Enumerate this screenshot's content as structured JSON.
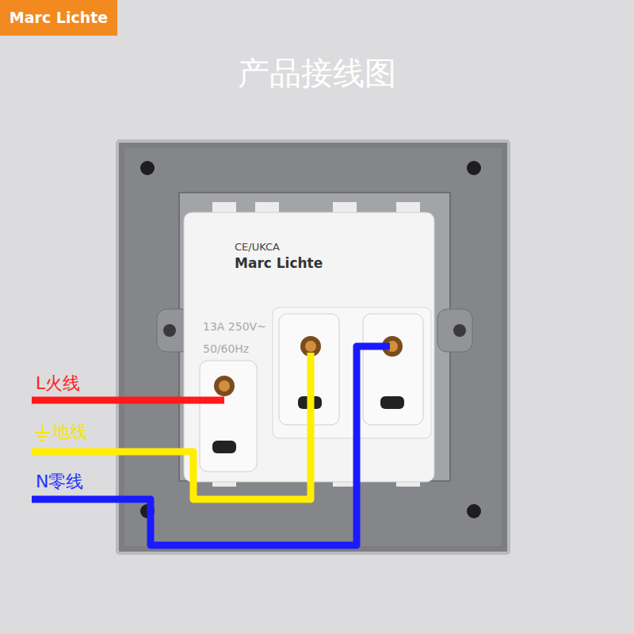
{
  "diagram": {
    "title": "产品接线图",
    "nodes": [
      {
        "text": [
          "Marc Lichte"
        ]
      },
      {
        "text": [
          "CE/UKCA",
          "Marc Lichte",
          "13A 250V~ 50/60Hz"
        ]
      }
    ],
    "labels": [
      "L火线",
      "地线",
      "N零线"
    ]
  }
}
